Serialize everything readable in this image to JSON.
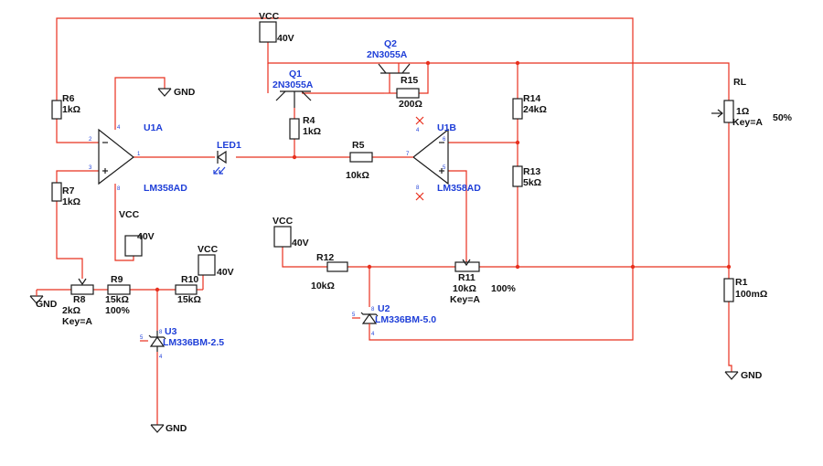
{
  "labels": {
    "vcc": "VCC",
    "v40": "40V",
    "gnd": "GND",
    "q1": "Q1",
    "q1_part": "2N3055A",
    "q2": "Q2",
    "q2_part": "2N3055A",
    "r15": "R15",
    "r15_val": "200Ω",
    "r4": "R4",
    "r4_val": "1kΩ",
    "r5": "R5",
    "r5_val": "10kΩ",
    "r6": "R6",
    "r6_val": "1kΩ",
    "r7": "R7",
    "r7_val": "1kΩ",
    "r8": "R8",
    "r8_val": "2kΩ",
    "r8_key": "Key=A",
    "r9": "R9",
    "r9_val": "15kΩ",
    "r9_pct": "100%",
    "r10": "R10",
    "r10_val": "15kΩ",
    "r11": "R11",
    "r11_val": "10kΩ",
    "r11_key": "Key=A",
    "r11_pct": "100%",
    "r12": "R12",
    "r12_val": "10kΩ",
    "r13": "R13",
    "r13_val": "5kΩ",
    "r14": "R14",
    "r14_val": "24kΩ",
    "r1": "R1",
    "r1_val": "100mΩ",
    "rl": "RL",
    "rl_val": "1Ω",
    "rl_key": "Key=A",
    "rl_pct": "50%",
    "led1": "LED1",
    "u1a": "U1A",
    "u1a_part": "LM358AD",
    "u1b": "U1B",
    "u1b_part": "LM358AD",
    "u2": "U2",
    "u2_part": "LM336BM-5.0",
    "u3": "U3",
    "u3_part": "LM336BM-2.5",
    "pin1": "1",
    "pin2": "2",
    "pin3": "3",
    "pin4": "4",
    "pin5": "5",
    "pin6": "6",
    "pin7": "7",
    "pin8": "8"
  },
  "colors": {
    "wire": "#e8301e",
    "symbol": "#1a1a1a",
    "ref_text": "#1f3fd8",
    "value_text": "#111111"
  }
}
